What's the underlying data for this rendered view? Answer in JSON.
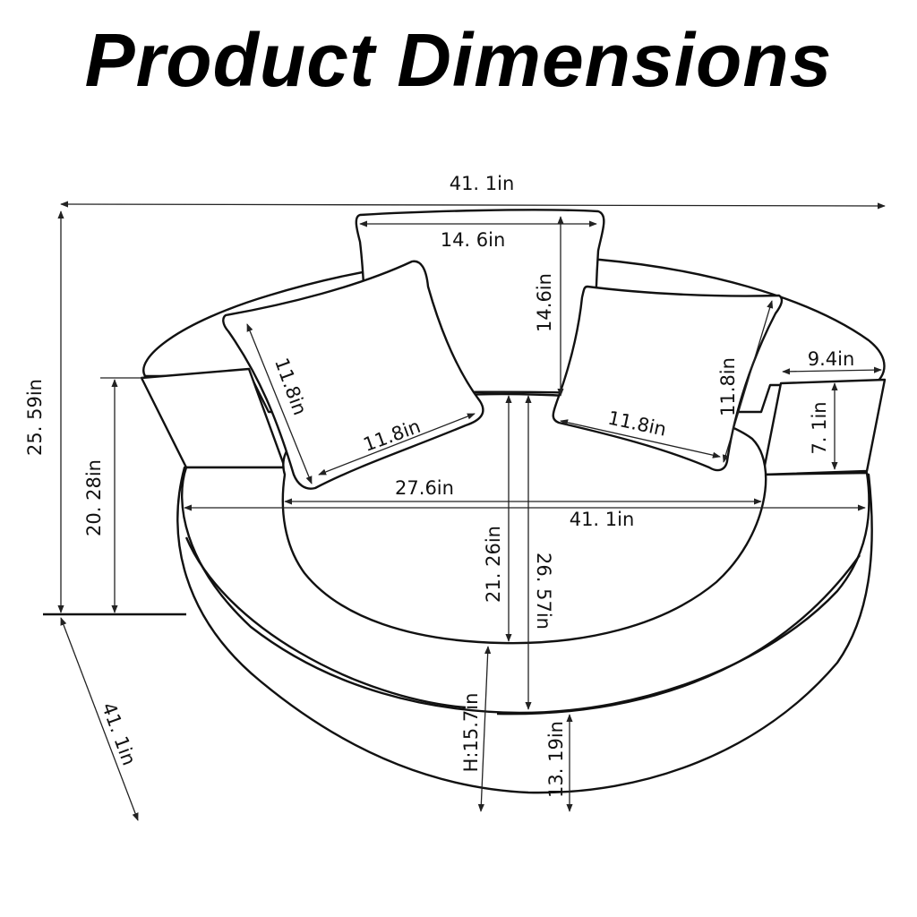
{
  "title": "Product Dimensions",
  "colors": {
    "line": "#111111",
    "background": "#ffffff"
  },
  "dimensions": {
    "overall_width": "41. 1in",
    "overall_height": "25. 59in",
    "arm_height": "20. 28in",
    "diagonal_depth": "41. 1in",
    "back_pillow_width": "14. 6in",
    "back_pillow_height": "14.6in",
    "left_pillow_height": "11.8in",
    "left_pillow_width": "11.8in",
    "right_pillow_width": "11.8in",
    "right_pillow_height": "11.8in",
    "armrest_width": "9.4in",
    "armrest_height": "7. 1in",
    "seat_width": "27.6in",
    "inner_width": "41. 1in",
    "seat_depth": "21. 26in",
    "overall_depth": "26. 57in",
    "seat_height": "H:15.7in",
    "cushion_height": "13. 19in"
  }
}
